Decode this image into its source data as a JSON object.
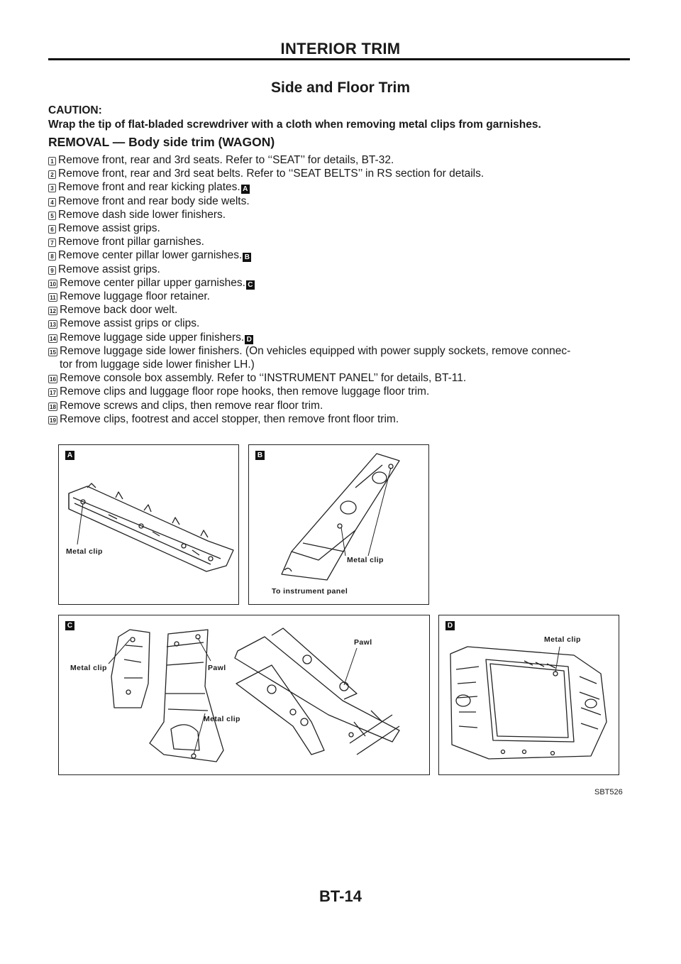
{
  "header": {
    "title": "INTERIOR TRIM"
  },
  "section": {
    "title": "Side and Floor Trim"
  },
  "caution": {
    "label": "CAUTION:",
    "text": "Wrap the tip of flat-bladed screwdriver with a cloth when removing metal clips from garnishes."
  },
  "removal": {
    "heading": "REMOVAL — Body side trim (WAGON)",
    "steps": [
      {
        "num": "1",
        "text": "Remove front, rear and 3rd seats. Refer to ‘‘SEAT’’ for details, BT-32."
      },
      {
        "num": "2",
        "text": "Remove front, rear and 3rd seat belts. Refer to ‘‘SEAT BELTS’’ in RS section for details."
      },
      {
        "num": "3",
        "text": "Remove front and rear kicking plates.",
        "ref": "A"
      },
      {
        "num": "4",
        "text": "Remove front and rear body side welts."
      },
      {
        "num": "5",
        "text": "Remove dash side lower finishers."
      },
      {
        "num": "6",
        "text": "Remove assist grips."
      },
      {
        "num": "7",
        "text": "Remove front pillar garnishes."
      },
      {
        "num": "8",
        "text": "Remove center pillar lower garnishes.",
        "ref": "B"
      },
      {
        "num": "9",
        "text": "Remove assist grips."
      },
      {
        "num": "10",
        "text": "Remove center pillar upper garnishes.",
        "ref": "C"
      },
      {
        "num": "11",
        "text": "Remove luggage floor retainer."
      },
      {
        "num": "12",
        "text": "Remove back door welt."
      },
      {
        "num": "13",
        "text": "Remove assist grips or clips."
      },
      {
        "num": "14",
        "text": "Remove luggage side upper finishers.",
        "ref": "D"
      },
      {
        "num": "15",
        "text": "Remove luggage side lower finishers. (On vehicles equipped with power supply sockets, remove connec-",
        "continuation": "tor from luggage side lower finisher LH.)"
      },
      {
        "num": "16",
        "text": "Remove console box assembly. Refer to ‘‘INSTRUMENT PANEL’’ for details, BT-11."
      },
      {
        "num": "17",
        "text": "Remove clips and luggage floor rope hooks, then remove luggage floor trim."
      },
      {
        "num": "18",
        "text": "Remove screws and clips, then remove rear floor trim."
      },
      {
        "num": "19",
        "text": "Remove clips, footrest and accel stopper, then remove front floor trim."
      }
    ]
  },
  "figures": {
    "A": {
      "tag": "A",
      "labels": [
        "Metal clip"
      ]
    },
    "B": {
      "tag": "B",
      "labels": [
        "Metal clip",
        "To instrument panel"
      ]
    },
    "C": {
      "tag": "C",
      "labels": [
        "Metal clip",
        "Pawl",
        "Metal clip",
        "Pawl"
      ]
    },
    "D": {
      "tag": "D",
      "labels": [
        "Metal clip"
      ]
    },
    "code": "SBT526"
  },
  "footer": {
    "page_code": "BT-14"
  }
}
